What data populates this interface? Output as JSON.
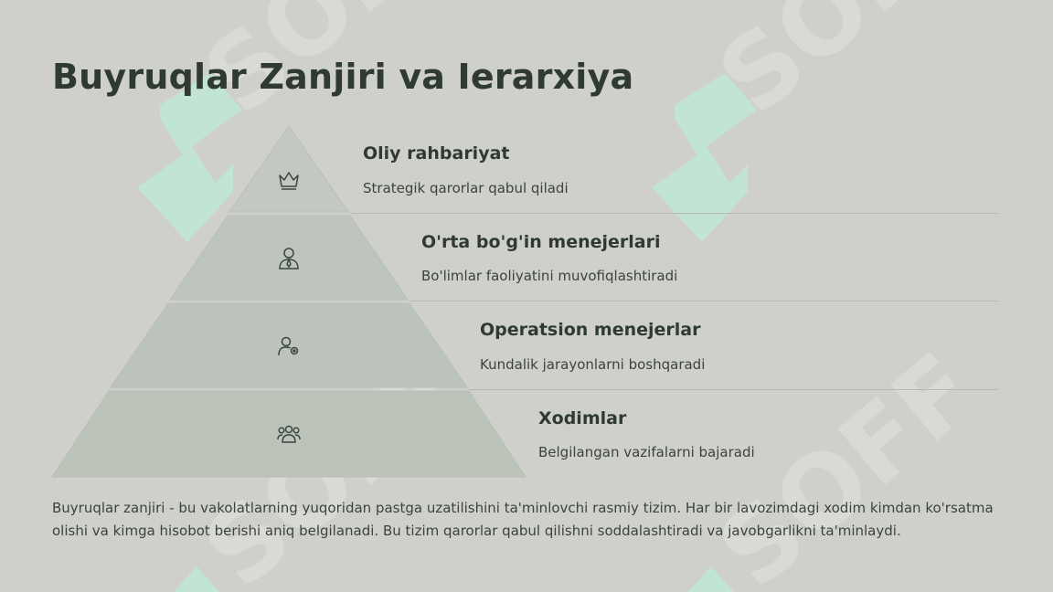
{
  "title": "Buyruqlar Zanjiri va Ierarxiya",
  "watermark": "SOFF",
  "levels": [
    {
      "title": "Oliy rahbariyat",
      "desc": "Strategik qarorlar qabul qiladi",
      "icon": "crown-icon"
    },
    {
      "title": "O'rta bo'g'in menejerlari",
      "desc": "Bo'limlar faoliyatini muvofiqlashtiradi",
      "icon": "manager-icon"
    },
    {
      "title": "Operatsion menejerlar",
      "desc": "Kundalik jarayonlarni boshqaradi",
      "icon": "user-gear-icon"
    },
    {
      "title": "Xodimlar",
      "desc": "Belgilangan vazifalarni bajaradi",
      "icon": "users-group-icon"
    }
  ],
  "footer": "Buyruqlar zanjiri - bu vakolatlarning yuqoridan pastga uzatilishini ta'minlovchi rasmiy tizim. Har bir lavozimdagi xodim kimdan ko'rsatma olishi va kimga hisobot berishi aniq belgilanadi. Bu tizim qarorlar qabul qilishni soddalashtiradi va javobgarlikni ta'minlaydi.",
  "colors": {
    "background": "#cfd0cc",
    "pyramid": "#bdc5bb",
    "text": "#2f3a33",
    "watermark_green": "#bfe8d2"
  }
}
